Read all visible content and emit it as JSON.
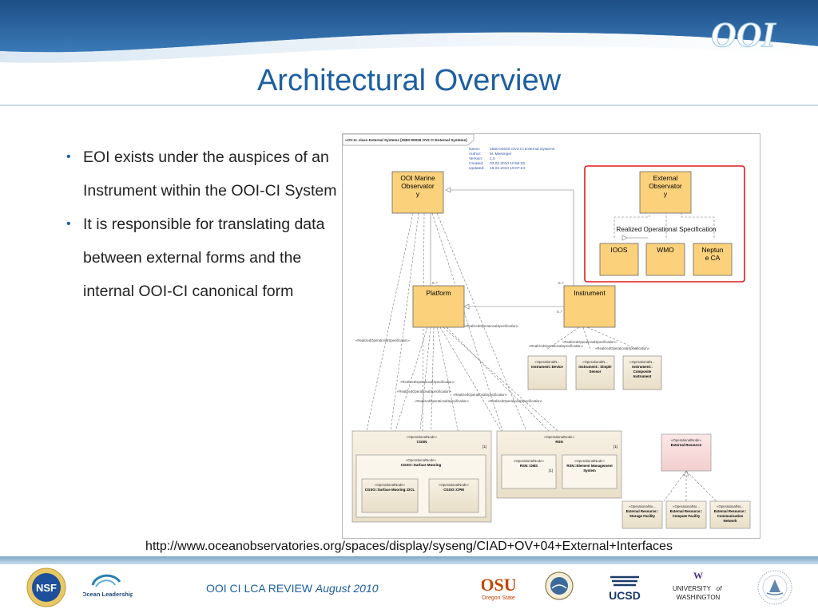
{
  "slide": {
    "title": "Architectural Overview",
    "bullets": [
      "EOI exists under the auspices of an Instrument within the OOI-CI System",
      "It is responsible for translating data between external forms and the internal OOI-CI canonical form"
    ],
    "url": "http://www.oceanobservatories.org/spaces/display/syseng/CIAD+OV+04+External+Interfaces",
    "logo_text": "OOI"
  },
  "footer": {
    "review_label": "OOI CI LCA REVIEW",
    "date": "August 2010",
    "logos": {
      "nsf": "NSF",
      "ocean_leadership": "Ocean Leadership",
      "osu": "OSU",
      "osu_sub": "Oregon State",
      "ucsd": "UCSD",
      "uw_line1": "UNIVERSITY",
      "uw_of": "of",
      "uw_line2": "WASHINGTON"
    }
  },
  "diagram": {
    "frame_title": "«OV-2» class External Systems [2550-00026 OV2 CI External Systems]",
    "meta": [
      [
        "Name:",
        "2550-00026 OV2 CI External Systems"
      ],
      [
        "Author:",
        "M. Meisinger"
      ],
      [
        "Version:",
        "1.0"
      ],
      [
        "Created:",
        "03.02.2010 10:56:25"
      ],
      [
        "Updated:",
        "18.02.2010 19:07:24"
      ]
    ],
    "boxes": {
      "ooi_marine": [
        "OOI Marine",
        "Observator",
        "y"
      ],
      "external": [
        "External",
        "Observator",
        "y"
      ],
      "platform": "Platform",
      "instrument": "Instrument",
      "ioos": "IOOS",
      "wmo": "WMO",
      "neptune": [
        "Neptun",
        "e CA"
      ]
    },
    "realized_label": "Realized Operational Specification",
    "rel_label": "«RealizedOperationalSpecification»",
    "mult_many": "0..*",
    "inst_nodes": [
      [
        "«OperationalN...",
        "Instrument::Device"
      ],
      [
        "«OperationalN...",
        "Instrument:: Simple",
        "Sensor"
      ],
      [
        "«OperationalN...",
        "Instrument::",
        "Composite",
        "Instrument"
      ]
    ],
    "cgsn": {
      "stereo": "«OperationalNode»",
      "name": "CGSN",
      "mult": "[1]",
      "surface": [
        "«OperationalNode»",
        "CGSO::Surface Mooring"
      ],
      "dcl": [
        "«OperationalNode»",
        "CGSO::Surface Mooring::DCL"
      ],
      "cpm": [
        "«OperationalNode»",
        "CGSO::CPM"
      ]
    },
    "rsn": {
      "stereo": "«OperationalNode»",
      "name": "RSN",
      "mult": "[1]",
      "oms": [
        "«OperationalNode»",
        "RSN::OMS"
      ],
      "oms_mult": "[1]",
      "ems": [
        "«OperationalNode»",
        "RSN::Element Management",
        "System"
      ]
    },
    "ext_resource": [
      "«OperationalNode»",
      "External Resource"
    ],
    "ext_nodes": [
      [
        "«OperationalNo...",
        "External Resource::",
        "Storage Facility"
      ],
      [
        "«OperationalNo...",
        "External Resource::",
        "Compute Facility"
      ],
      [
        "«OperationalNo...",
        "External Resource::",
        "Communication",
        "Network"
      ]
    ]
  }
}
